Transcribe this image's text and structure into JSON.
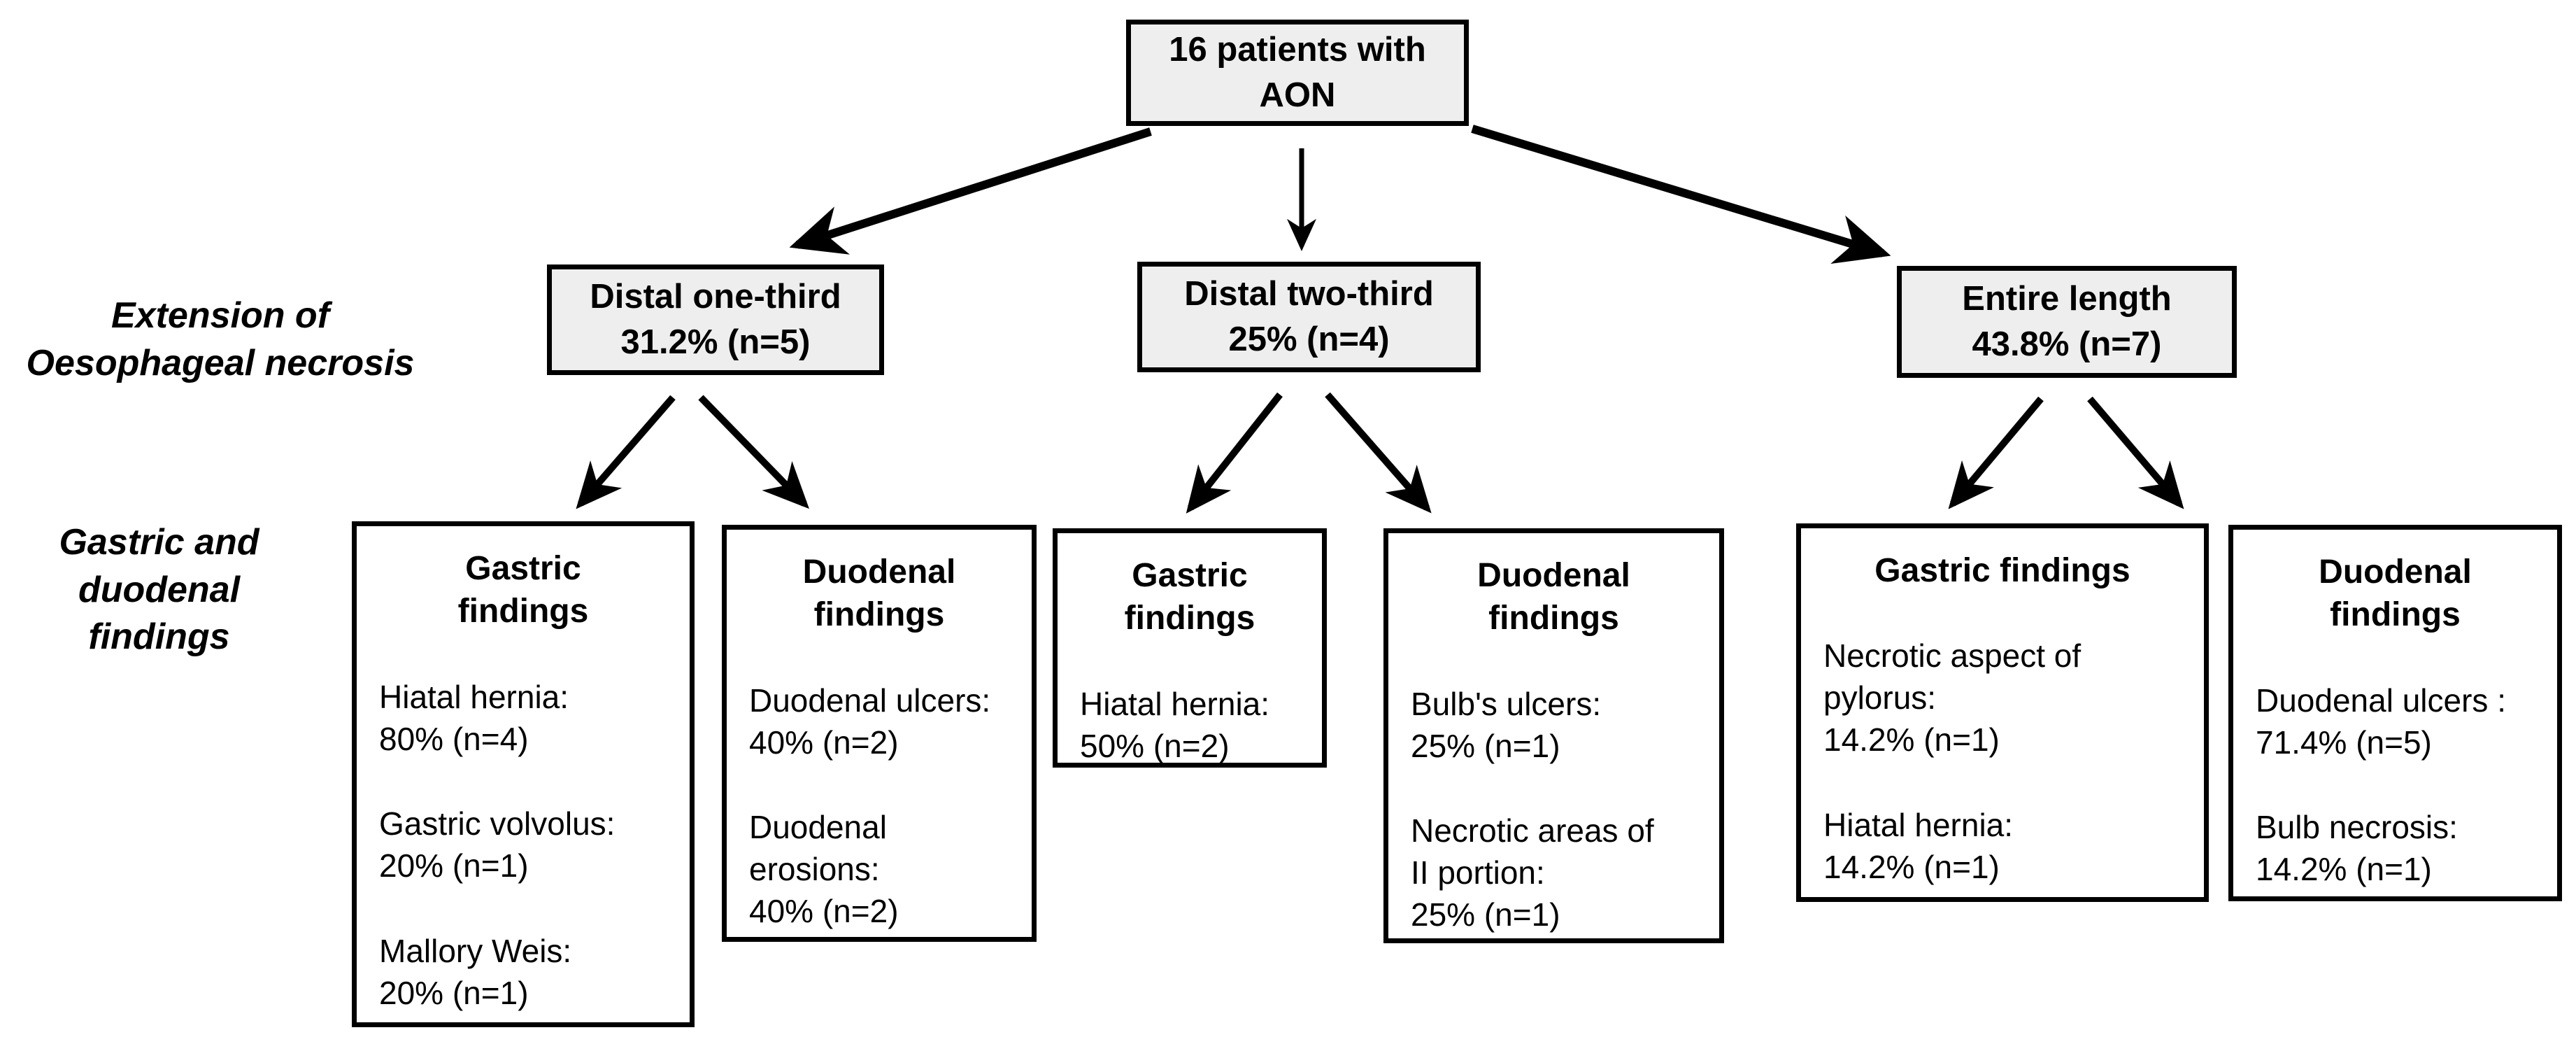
{
  "diagram": {
    "root": "16 patients with\nAON",
    "row_labels": {
      "extension": "Extension of\nOesophageal necrosis",
      "findings": "Gastric and\nduodenal\nfindings"
    },
    "extension_nodes": [
      "Distal one-third\n31.2% (n=5)",
      "Distal two-third\n25% (n=4)",
      "Entire length\n43.8% (n=7)"
    ],
    "finding_boxes": [
      {
        "title": "Gastric\nfindings",
        "items": [
          "Hiatal hernia:\n80% (n=4)",
          "Gastric volvolus:\n20% (n=1)",
          "Mallory Weis:\n20% (n=1)"
        ]
      },
      {
        "title": "Duodenal\nfindings",
        "items": [
          "Duodenal ulcers:\n40% (n=2)",
          "Duodenal\nerosions:\n40% (n=2)"
        ]
      },
      {
        "title": "Gastric\nfindings",
        "items": [
          "Hiatal hernia:\n50% (n=2)"
        ]
      },
      {
        "title": "Duodenal\nfindings",
        "items": [
          "Bulb's ulcers:\n25% (n=1)",
          "Necrotic areas of\nII portion:\n25% (n=1)"
        ]
      },
      {
        "title": "Gastric findings",
        "items": [
          "Necrotic aspect of\npylorus:\n14.2% (n=1)",
          "Hiatal hernia:\n14.2% (n=1)"
        ]
      },
      {
        "title": "Duodenal\nfindings",
        "items": [
          "Duodenal ulcers :\n71.4% (n=5)",
          "Bulb necrosis:\n14.2% (n=1)"
        ]
      }
    ],
    "colors": {
      "node_fill": "#eeeeee",
      "leaf_fill": "#ffffff",
      "line": "#000000",
      "background": "#ffffff"
    }
  }
}
